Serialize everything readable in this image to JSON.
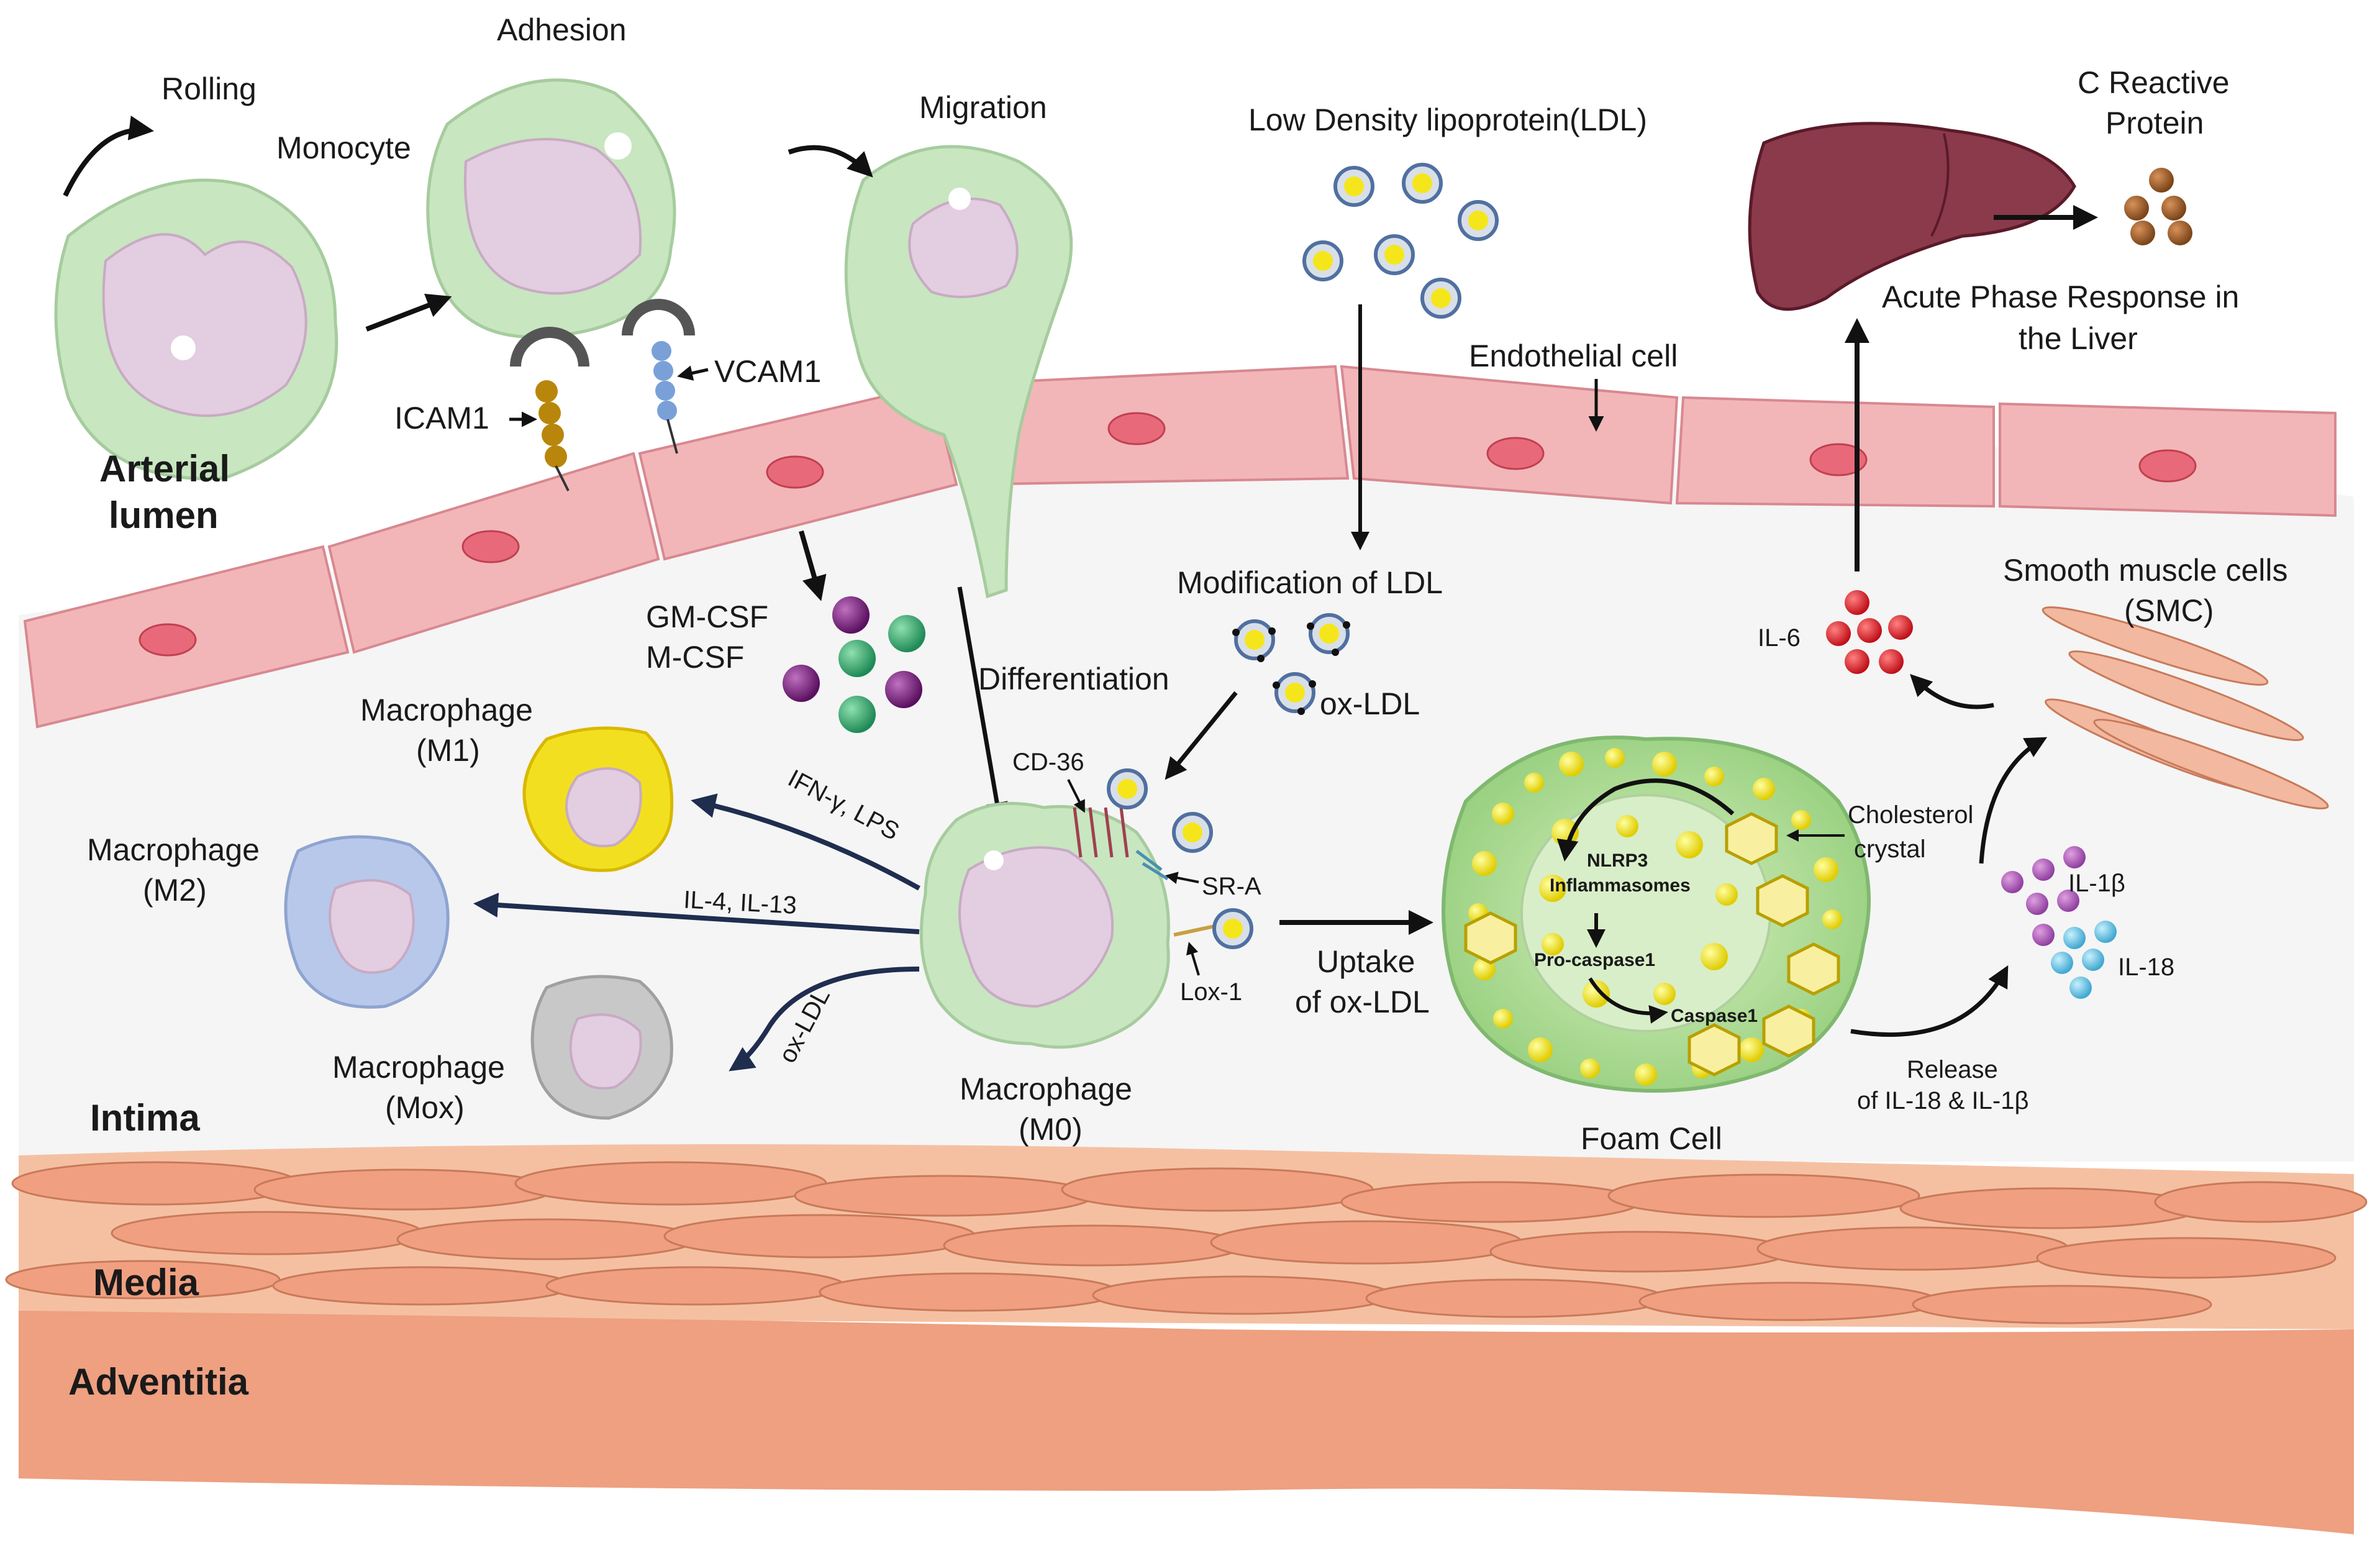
{
  "labels": {
    "rolling": "Rolling",
    "adhesion": "Adhesion",
    "monocyte": "Monocyte",
    "migration": "Migration",
    "ldl": "Low Density lipoprotein(LDL)",
    "crp_line1": "C Reactive",
    "crp_line2": "Protein",
    "acute_line1": "Acute Phase Response in",
    "acute_line2": "the Liver",
    "endothelial": "Endothelial cell",
    "icam1": "ICAM1",
    "vcam1": "VCAM1",
    "arterial_line1": "Arterial",
    "arterial_line2": "lumen",
    "modification": "Modification of LDL",
    "smc_line1": "Smooth muscle cells",
    "smc_line2": "(SMC)",
    "il6": "IL-6",
    "gmcsf": "GM-CSF",
    "mcsf": "M-CSF",
    "differentiation": "Differentiation",
    "oxldl": "ox-LDL",
    "m1_line1": "Macrophage",
    "m1_line2": "(M1)",
    "m2_line1": "Macrophage",
    "m2_line2": "(M2)",
    "mox_line1": "Macrophage",
    "mox_line2": "(Mox)",
    "m0_line1": "Macrophage",
    "m0_line2": "(M0)",
    "cd36": "CD-36",
    "sra": "SR-A",
    "lox1": "Lox-1",
    "ifn": "IFN-γ, LPS",
    "il4": "IL-4, IL-13",
    "oxldl_arrow": "ox-LDL",
    "uptake_line1": "Uptake",
    "uptake_line2": "of ox-LDL",
    "cholesterol_line1": "Cholesterol",
    "cholesterol_line2": "crystal",
    "nlrp3_line1": "NLRP3",
    "nlrp3_line2": "Inflammasomes",
    "procaspase": "Pro-caspase1",
    "caspase": "Caspase1",
    "il1b": "IL-1β",
    "il18": "IL-18",
    "release_line1": "Release",
    "release_line2": "of IL-18 & IL-1β",
    "foam": "Foam Cell",
    "intima": "Intima",
    "media": "Media",
    "adventitia": "Adventitia"
  },
  "colors": {
    "monocyte": "#c8e6c0",
    "nucleus": "#e3cde0",
    "endothelium": "#f2b6b8",
    "endo_nucleus": "#e86a7a",
    "media": "#f3b79a",
    "adventitia": "#efa080",
    "intima": "#f6f6f6",
    "arrow_dark": "#1f2d4f",
    "il6": "#e8242c",
    "gm_purple": "#7a1f7a",
    "gm_green": "#3aa870",
    "crp": "#a0622a",
    "foam_yellow": "#f5e61b",
    "il1b": "#b660b6",
    "il18": "#6cc4e0",
    "m1": "#f2e020",
    "m2": "#b8c8ea",
    "mox": "#c8c8c8"
  },
  "icons": [
    "liver-icon",
    "ldl-particle-icon",
    "cholesterol-crystal-icon"
  ]
}
